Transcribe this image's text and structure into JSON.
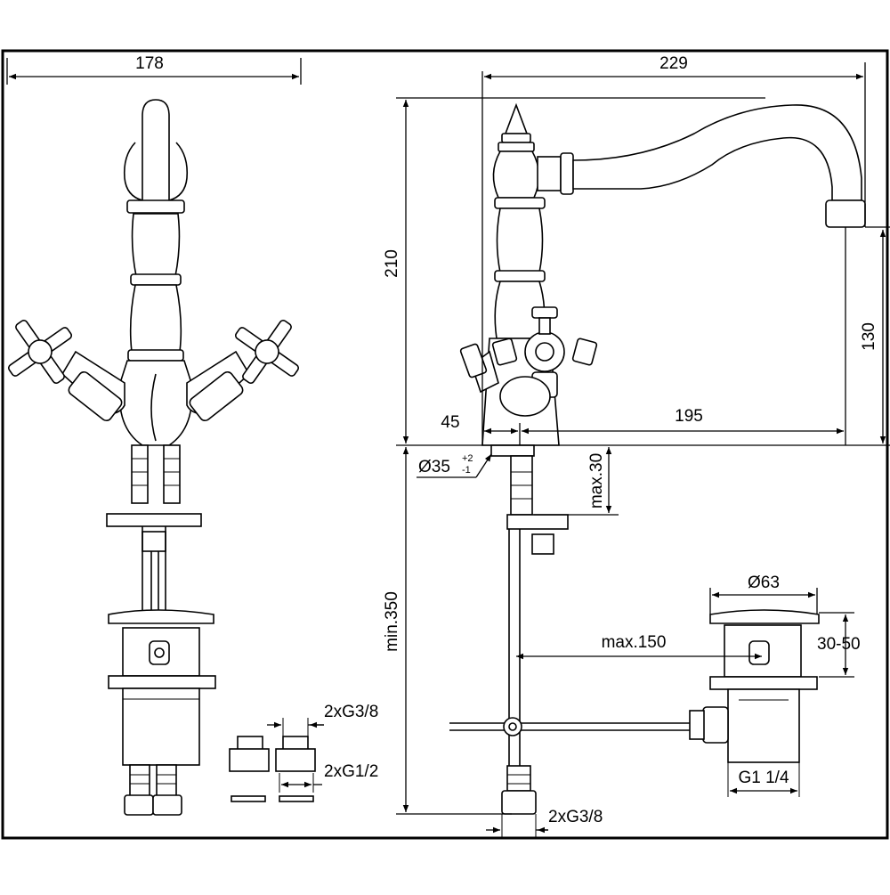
{
  "dimensions": {
    "front_width": "178",
    "side_width": "229",
    "height": "210",
    "spout_height": "130",
    "offset_45": "45",
    "reach": "195",
    "hole_diameter": "Ø35",
    "hole_tol_plus": "+2",
    "hole_tol_minus": "-1",
    "deck_max": "max.30",
    "below_deck": "min.350",
    "waste_diameter": "Ø63",
    "waste_adjust": "30-50",
    "rod_max": "max.150",
    "waste_thread": "G1 1/4",
    "connector_g38": "2xG3/8",
    "connector_g12": "2xG1/2",
    "hose_g38": "2xG3/8"
  }
}
